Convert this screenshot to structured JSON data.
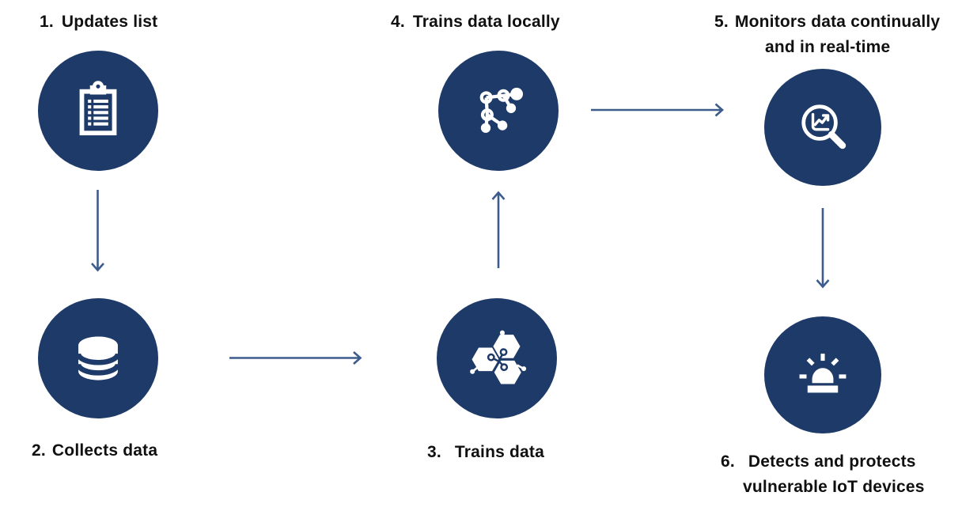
{
  "diagram": {
    "colors": {
      "circle_fill": "#1e3a68",
      "arrow": "#3d5c8e",
      "icon": "#ffffff",
      "text": "#101010",
      "background": "#ffffff"
    },
    "steps": [
      {
        "number": "1.",
        "label": "Updates list",
        "icon": "clipboard-list-icon"
      },
      {
        "number": "2.",
        "label": "Collects data",
        "icon": "database-icon"
      },
      {
        "number": "3.",
        "label": "Trains data",
        "icon": "hexagon-circuit-icon"
      },
      {
        "number": "4.",
        "label": "Trains data locally",
        "icon": "node-graph-icon"
      },
      {
        "number": "5.",
        "label": "Monitors data continually",
        "label_line2": "and in real-time",
        "icon": "chart-magnifier-icon"
      },
      {
        "number": "6.",
        "label": "Detects and protects",
        "label_line2": "vulnerable IoT devices",
        "icon": "siren-icon"
      }
    ],
    "arrows": [
      {
        "from": "step-1",
        "to": "step-2",
        "direction": "down"
      },
      {
        "from": "step-2",
        "to": "step-3",
        "direction": "right"
      },
      {
        "from": "step-3",
        "to": "step-4",
        "direction": "up"
      },
      {
        "from": "step-4",
        "to": "step-5",
        "direction": "right"
      },
      {
        "from": "step-5",
        "to": "step-6",
        "direction": "down"
      }
    ]
  }
}
